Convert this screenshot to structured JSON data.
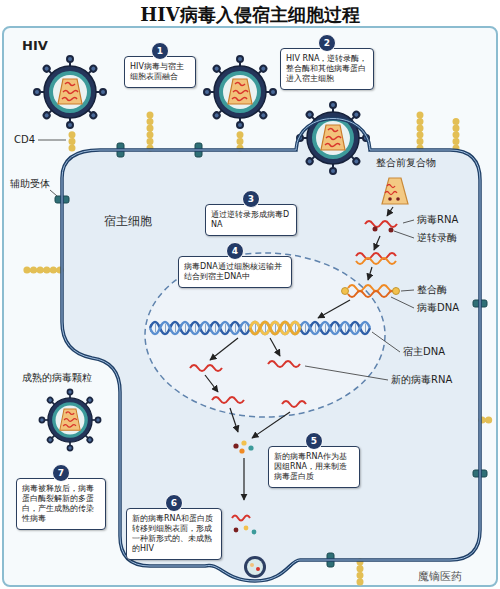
{
  "diagram": {
    "title": "HIV病毒入侵宿主细胞过程",
    "nodes": [
      {
        "text": [
          "1",
          "HIV病毒与宿主细胞表面融合"
        ]
      },
      {
        "text": [
          "2",
          "HIV RNA，逆转录酶，整合酶和其他病毒蛋白进入宿主细胞"
        ]
      },
      {
        "text": [
          "宿主细胞"
        ]
      },
      {
        "text": [
          "3",
          "通过逆转录形成病毒DNA"
        ],
        "in": 2
      },
      {
        "text": [
          "4",
          "病毒DNA通过细胞核运输并结合到宿主DNA中"
        ],
        "in": 2
      },
      {
        "text": [
          "5",
          "新的病毒RNA作为基因组RNA，用来制造病毒蛋白质"
        ],
        "in": 2
      },
      {
        "text": [
          "6",
          "新的病毒RNA和蛋白质转移到细胞表面，形成一种新形式的、未成熟的HIV"
        ],
        "in": 2
      },
      {
        "text": [
          "7",
          "病毒被释放后，病毒蛋白酶裂解新的多蛋白，产生成熟的传染性病毒"
        ]
      }
    ],
    "labels": [
      "HIV",
      "CD4",
      "辅助受体",
      "整合前复合物",
      "病毒RNA",
      "逆转录酶",
      "整合酶",
      "病毒DNA",
      "宿主DNA",
      "新的病毒RNA",
      "成熟的病毒颗粒",
      "魔镝医药"
    ]
  }
}
